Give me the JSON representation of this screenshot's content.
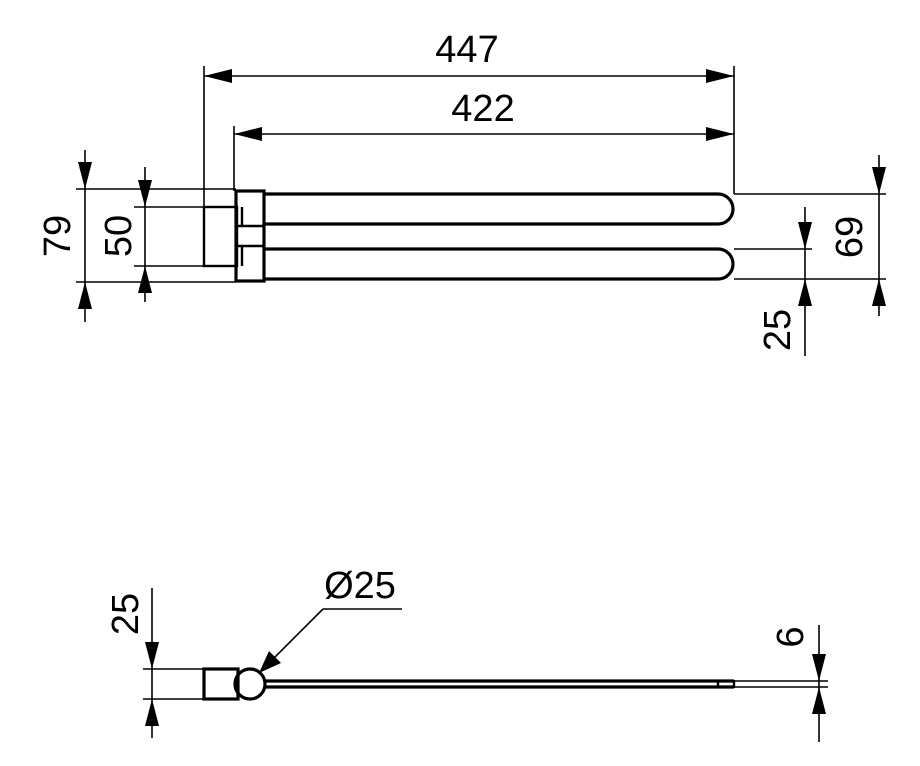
{
  "top_view": {
    "overall_length": "447",
    "arm_length": "422",
    "total_height": "79",
    "bracket_height": "50",
    "arm_spacing": "69",
    "arm_diameter": "25"
  },
  "side_view": {
    "bracket_depth": "25",
    "tube_diameter": "Ø25",
    "arm_thickness": "6"
  }
}
